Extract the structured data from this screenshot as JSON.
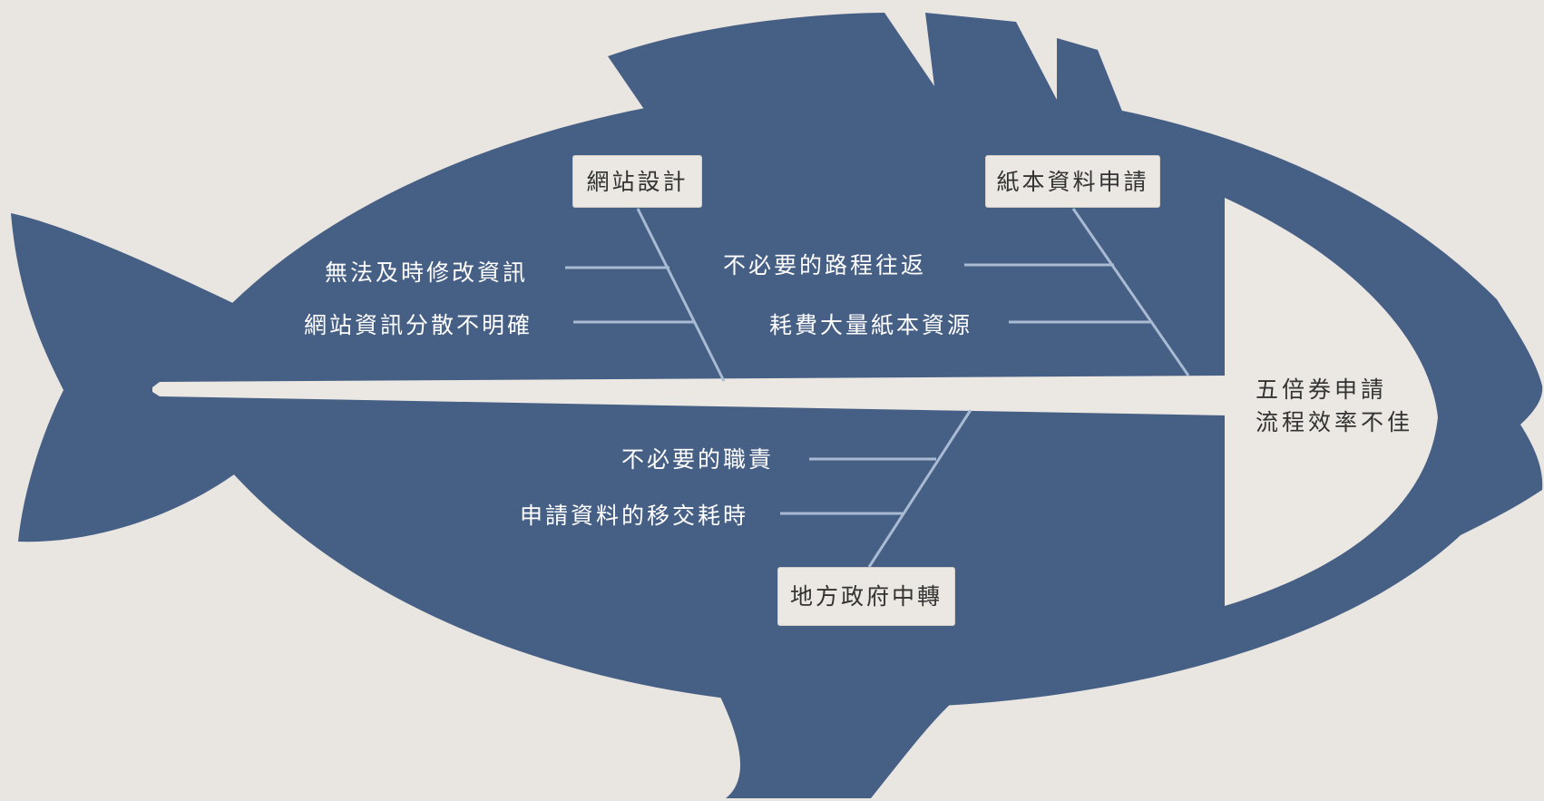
{
  "colors": {
    "fish_body": "#465f85",
    "background": "#e9e5e0",
    "bone_line": "#a9bad3",
    "box_fill": "#ebe7e2",
    "cause_text": "#ffffff",
    "box_text": "#333333"
  },
  "effect": {
    "line1": "五倍券申請",
    "line2": "流程效率不佳"
  },
  "categories": {
    "website_design": {
      "label": "網站設計",
      "causes": [
        "無法及時修改資訊",
        "網站資訊分散不明確"
      ]
    },
    "paper_application": {
      "label": "紙本資料申請",
      "causes": [
        "不必要的路程往返",
        "耗費大量紙本資源"
      ]
    },
    "local_government": {
      "label": "地方政府中轉",
      "causes": [
        "不必要的職責",
        "申請資料的移交耗時"
      ]
    }
  }
}
